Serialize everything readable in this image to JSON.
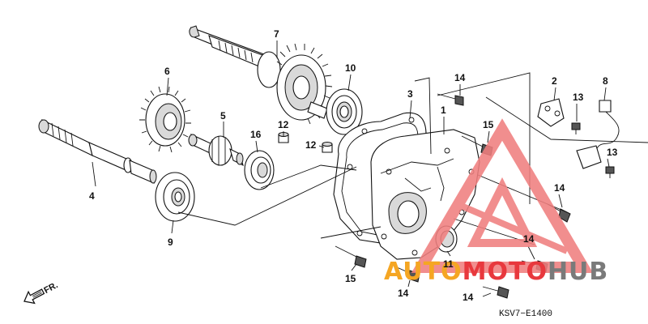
{
  "diagram": {
    "drawing_code": "KSV7−E1400",
    "direction_label": "FR.",
    "callouts": {
      "c1": "1",
      "c2": "2",
      "c3": "3",
      "c4": "4",
      "c5": "5",
      "c6": "6",
      "c7": "7",
      "c8": "8",
      "c9": "9",
      "c10": "10",
      "c11": "11",
      "c12a": "12",
      "c12b": "12",
      "c13a": "13",
      "c13b": "13",
      "c14a": "14",
      "c14b": "14",
      "c14c": "14",
      "c14d": "14",
      "c14e": "14",
      "c15a": "15",
      "c15b": "15",
      "c16": "16"
    }
  },
  "watermark": {
    "word_orange": "AUTO",
    "word_red": "MOTO",
    "word_gray": "HUB",
    "colors": {
      "orange": "#f5a623",
      "red": "#e8383d",
      "gray": "#7a7a7a",
      "triangle": "#f07f7f"
    }
  }
}
